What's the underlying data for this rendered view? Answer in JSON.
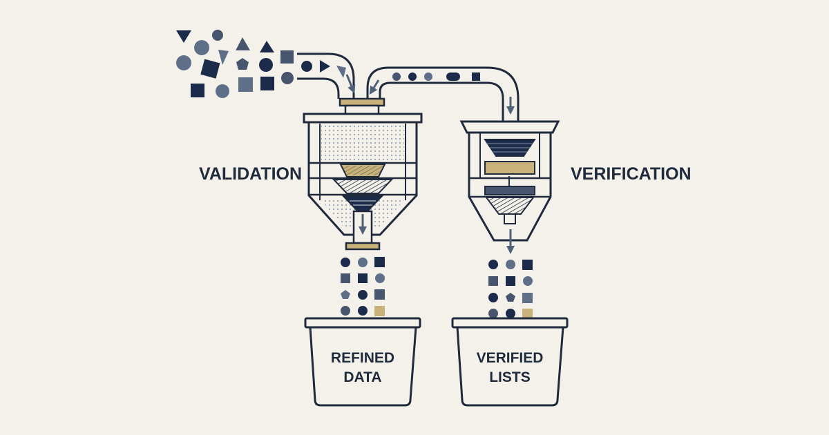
{
  "labels": {
    "validation": "VALIDATION",
    "verification": "VERIFICATION"
  },
  "bins": {
    "left": {
      "line1": "REFINED",
      "line2": "DATA"
    },
    "right": {
      "line1": "VERIFIED",
      "line2": "LISTS"
    }
  },
  "colors": {
    "background": "#f4f1ea",
    "stroke": "#1f2a3c",
    "navy": "#1c2b4a",
    "slate": "#47566e",
    "steel": "#5f6f88",
    "tan": "#c8b27a",
    "arrow": "#4f6079"
  },
  "icons": {
    "input_particles": "mixed-shape-data-particles",
    "validation_unit": "filter-hopper",
    "verification_unit": "stacked-filter-press",
    "output_left": "refined-particles-grid",
    "output_right": "verified-particles-grid"
  }
}
